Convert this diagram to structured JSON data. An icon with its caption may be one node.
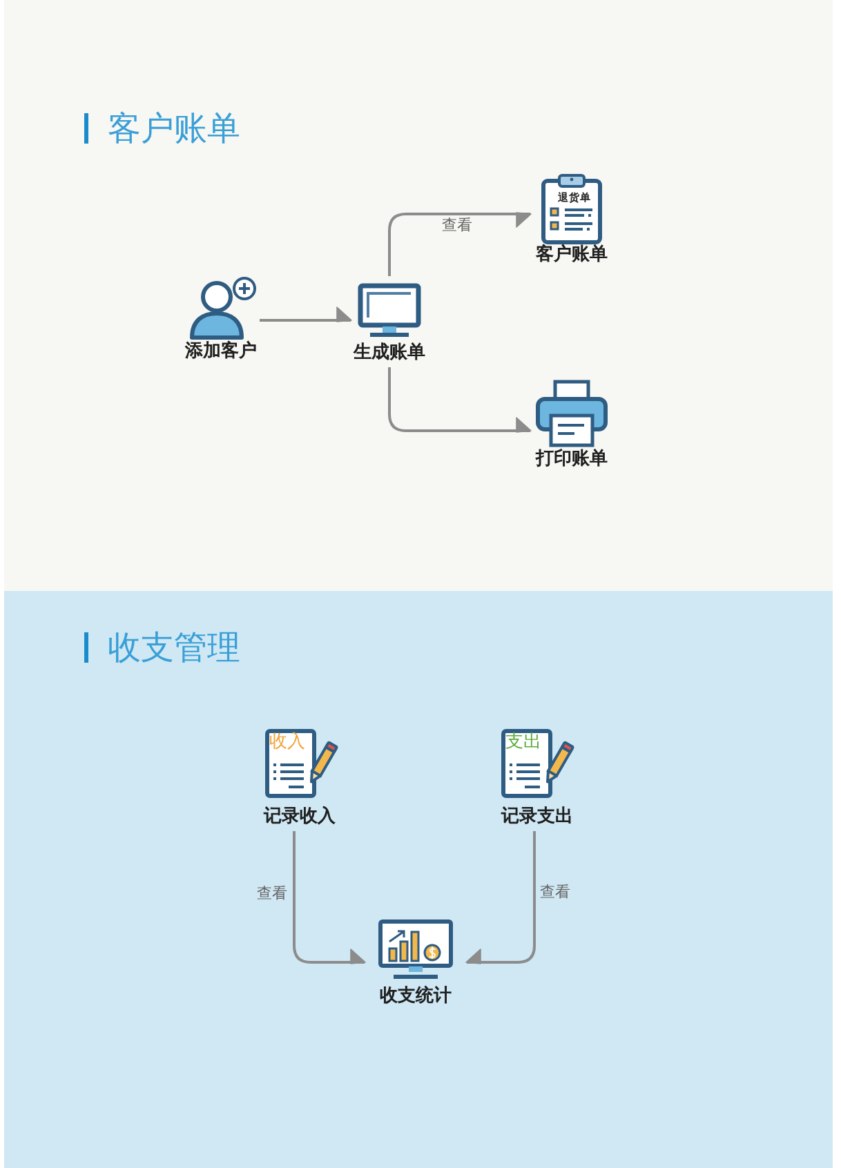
{
  "diagram": {
    "nodes": [
      {
        "text": [
          "客户账单"
        ]
      },
      {
        "text": [
          "添加客户"
        ],
        "in": 0
      },
      {
        "text": [
          "生成账单"
        ],
        "in": 0
      },
      {
        "text": [
          "退货单",
          "客户账单"
        ],
        "in": 0
      },
      {
        "text": [
          "打印账单"
        ],
        "in": 0
      },
      {
        "text": [
          "收支管理"
        ]
      },
      {
        "text": [
          "收入",
          "记录收入"
        ],
        "in": 5
      },
      {
        "text": [
          "支出",
          "记录支出"
        ],
        "in": 5
      },
      {
        "text": [
          "收支统计"
        ],
        "in": 5
      }
    ],
    "edges": [
      {
        "from": 1,
        "to": 2,
        "arrow": "to"
      },
      {
        "from": 2,
        "to": 3,
        "arrow": "to",
        "label": "查看"
      },
      {
        "from": 2,
        "to": 4,
        "arrow": "to"
      },
      {
        "from": 6,
        "to": 8,
        "arrow": "to",
        "label": "查看"
      },
      {
        "from": 7,
        "to": 8,
        "arrow": "to",
        "label": "查看"
      }
    ]
  }
}
